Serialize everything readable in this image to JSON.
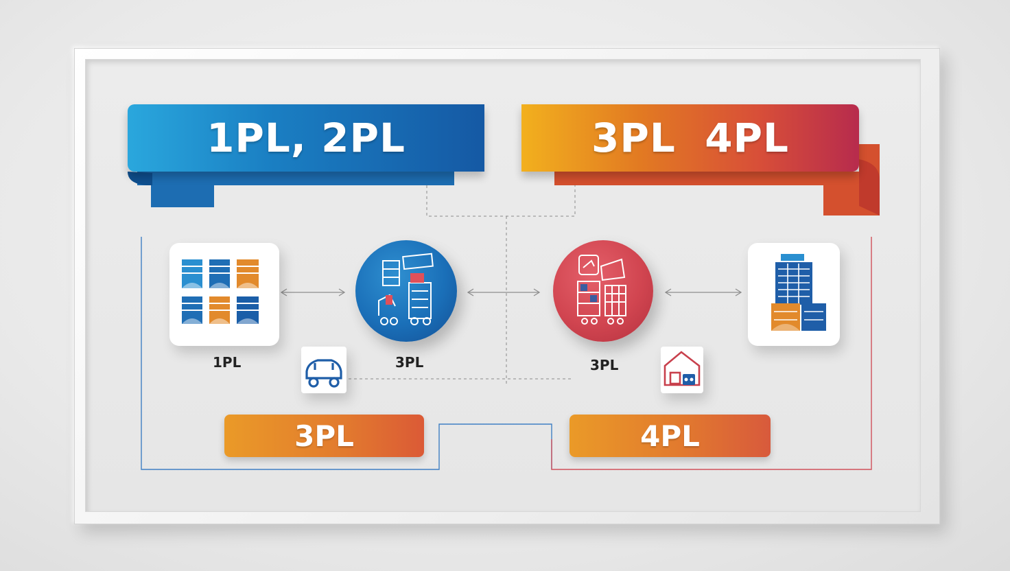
{
  "banners": {
    "left_title": "1PL, 2PL",
    "right_title": "3PL  4PL"
  },
  "nodes": {
    "left_tile_label": "1PL",
    "blue_circle_label": "3PL",
    "red_circle_label": "3PL"
  },
  "pills": {
    "left": "3PL",
    "right": "4PL"
  },
  "icons": {
    "left_tile": "warehouse-grid-icon",
    "blue_circle": "logistics-equipment-icon",
    "red_circle": "delivery-cart-icon",
    "right_tile": "building-icon",
    "small_left": "car-icon",
    "small_right": "garage-icon"
  },
  "colors": {
    "blue": "#1a6fb8",
    "orange": "#e27a2e",
    "red": "#d14550"
  }
}
